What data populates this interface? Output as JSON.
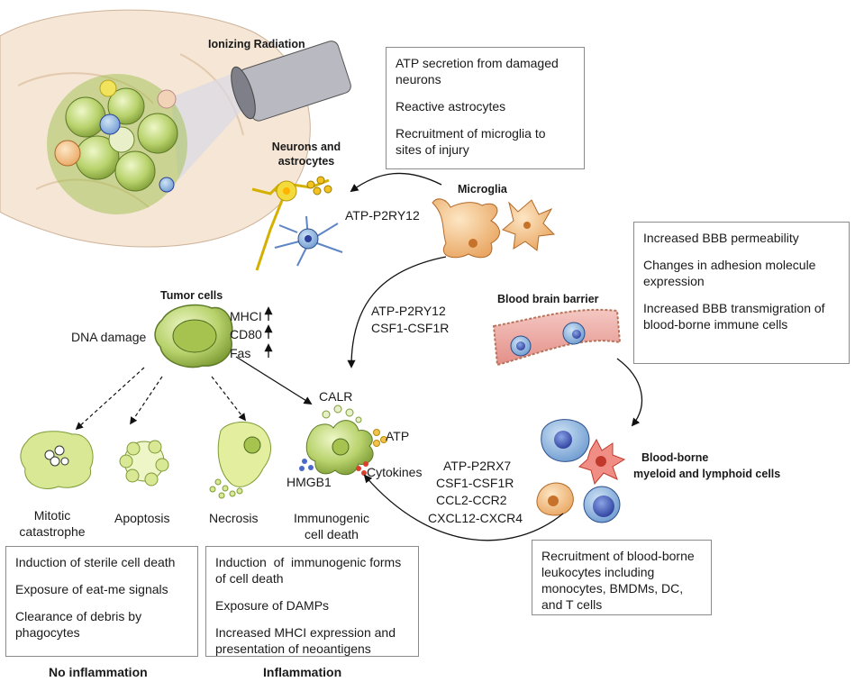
{
  "title_radiation": "Ionizing Radiation",
  "box_top": [
    "ATP secretion from damaged neurons",
    "Reactive astrocytes",
    "Recruitment of microglia to sites of injury"
  ],
  "label_neurons": "Neurons and astrocytes",
  "label_microglia": "Microglia",
  "edge_atp_p2ry12": "ATP-P2RY12",
  "box_bbb": [
    "Increased BBB permeability",
    "Changes in adhesion molecule expression",
    "Increased BBB transmigration of blood-borne immune cells"
  ],
  "label_tumor": "Tumor cells",
  "label_dna": "DNA damage",
  "markers": [
    "MHCI",
    "CD80",
    "Fas"
  ],
  "edge_mid": [
    "ATP-P2RY12",
    "CSF1-CSF1R"
  ],
  "label_bbb": "Blood brain barrier",
  "label_calr": "CALR",
  "label_atp": "ATP",
  "label_hmgb1": "HMGB1",
  "label_cytokines": "Cytokines",
  "edge_blood": [
    "ATP-P2RX7",
    "CSF1-CSF1R",
    "CCL2-CCR2",
    "CXCL12-CXCR4"
  ],
  "label_bloodborne": [
    "Blood-borne",
    "myeloid and lymphoid cells"
  ],
  "death_labels": {
    "mitotic": [
      "Mitotic",
      "catastrophe"
    ],
    "apoptosis": "Apoptosis",
    "necrosis": "Necrosis",
    "immunogenic": [
      "Immunogenic",
      "cell death"
    ]
  },
  "box_noinf": [
    "Induction of sterile cell death",
    "Exposure of eat-me signals",
    "Clearance of debris by phagocytes"
  ],
  "box_inf": [
    "Induction  of  immunogenic forms of cell death",
    "Exposure of DAMPs",
    "Increased MHCI expression and presentation of neoantigens"
  ],
  "box_recruit": "Recruitment of blood-borne leukocytes including monocytes, BMDMs, DC, and T cells",
  "footer_left": "No inflammation",
  "footer_right": "Inflammation"
}
